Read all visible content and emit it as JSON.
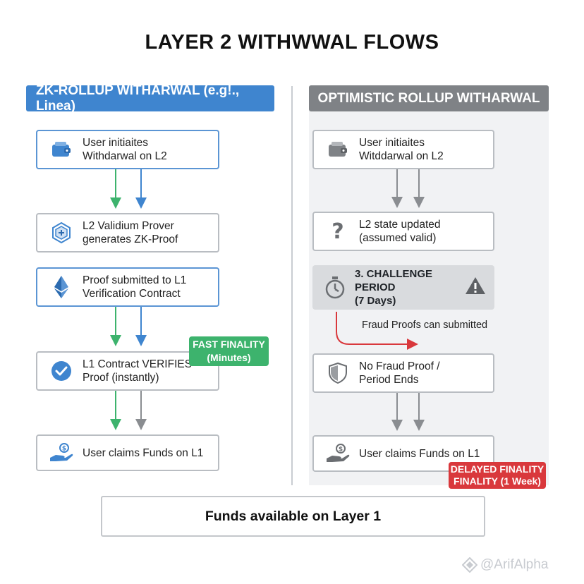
{
  "title": "LAYER 2 WITHWWAL FLOWS",
  "zk": {
    "header": "ZK-ROLLUP WITHARWAL (e.g!., Linea)",
    "steps": [
      {
        "text": "User initiaites\nWithdarwal on L2",
        "icon": "wallet-icon"
      },
      {
        "text": "L2 Validium Prover\ngenerates ZK-Proof",
        "icon": "chip-icon"
      },
      {
        "text": "Proof submitted to L1\nVerification Contract",
        "icon": "ethereum-icon"
      },
      {
        "text": "L1 Contract VERIFIES\nProof (instantly)",
        "icon": "check-circle-icon"
      },
      {
        "text": "User claims Funds on L1",
        "icon": "hand-coin-icon"
      }
    ],
    "badge": "FAST FINALITY\n(Minutes)"
  },
  "optimistic": {
    "header": "OPTIMISTIC ROLLUP WITHARWAL",
    "steps": [
      {
        "text": "User initiaites\nWitddarwal on L2",
        "icon": "wallet-icon"
      },
      {
        "text": "L2 state updated\n(assumed valid)",
        "icon": "question-icon"
      },
      {
        "text": "No Fraud Proof /\nPeriod Ends",
        "icon": "shield-icon"
      },
      {
        "text": "User claims Funds on L1",
        "icon": "hand-coin-icon"
      }
    ],
    "challenge": "3. CHALLENGE PERIOD\n(7 Days)",
    "fraud_label": "Fraud Proofs can submitted",
    "badge": "DELAYED FINALITY\nFINALITY (1 Week)"
  },
  "final": "Funds available on Layer 1",
  "watermark": "@ArifAlpha",
  "colors": {
    "zk_blue": "#3f85cf",
    "op_gray": "#7f8286",
    "arrow_green": "#3db36d",
    "arrow_blue": "#3f85cf",
    "arrow_gray": "#8a8d91",
    "fast_green": "#3db36d",
    "delay_red": "#d9383c"
  }
}
